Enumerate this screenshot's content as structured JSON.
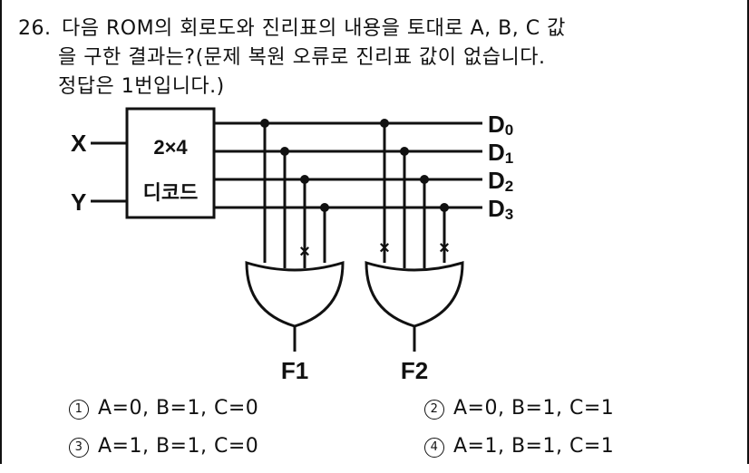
{
  "question": {
    "number": "26.",
    "line1": "다음 ROM의 회로도와 진리표의 내용을 토대로 A, B, C 값",
    "line2": "을 구한 결과는?(문제 복원 오류로 진리표 값이 없습니다.",
    "line3": "정답은 1번입니다.)"
  },
  "diagram": {
    "input_x": "X",
    "input_y": "Y",
    "decoder_label_top": "2×4",
    "decoder_label_bottom": "디코드",
    "outputs": [
      {
        "letter": "D",
        "sub": "0"
      },
      {
        "letter": "D",
        "sub": "1"
      },
      {
        "letter": "D",
        "sub": "2"
      },
      {
        "letter": "D",
        "sub": "3"
      }
    ],
    "gate1_label": "F1",
    "gate2_label": "F2",
    "gate1_fuse_mark": "×",
    "gate2_fuse_mark_a": "×",
    "gate2_fuse_mark_b": "×"
  },
  "options": [
    {
      "marker": "1",
      "text": "A=0, B=1, C=0"
    },
    {
      "marker": "2",
      "text": "A=0, B=1, C=1"
    },
    {
      "marker": "3",
      "text": "A=1, B=1, C=0"
    },
    {
      "marker": "4",
      "text": "A=1, B=1, C=1"
    }
  ]
}
